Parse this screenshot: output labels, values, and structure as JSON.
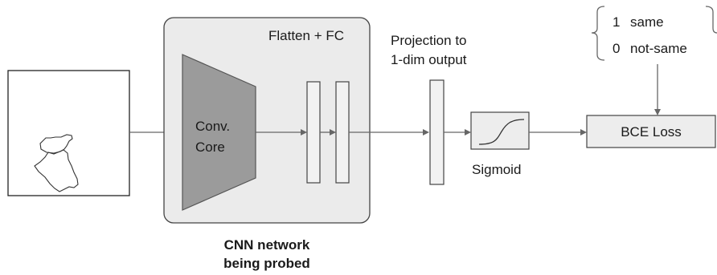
{
  "diagram": {
    "conv_core_label": [
      "Conv.",
      "Core"
    ],
    "flatten_fc_label": "Flatten + FC",
    "projection_label": [
      "Projection to",
      "1-dim output"
    ],
    "sigmoid_label": "Sigmoid",
    "loss_label": "BCE Loss",
    "targets": [
      {
        "value": "1",
        "text": "same"
      },
      {
        "value": "0",
        "text": "not-same"
      }
    ],
    "network_caption": [
      "CNN network",
      "being probed"
    ]
  },
  "colors": {
    "network_fill": "#ebebeb",
    "conv_fill": "#9b9b9b",
    "box_fill": "#ededed",
    "line": "#666666"
  }
}
